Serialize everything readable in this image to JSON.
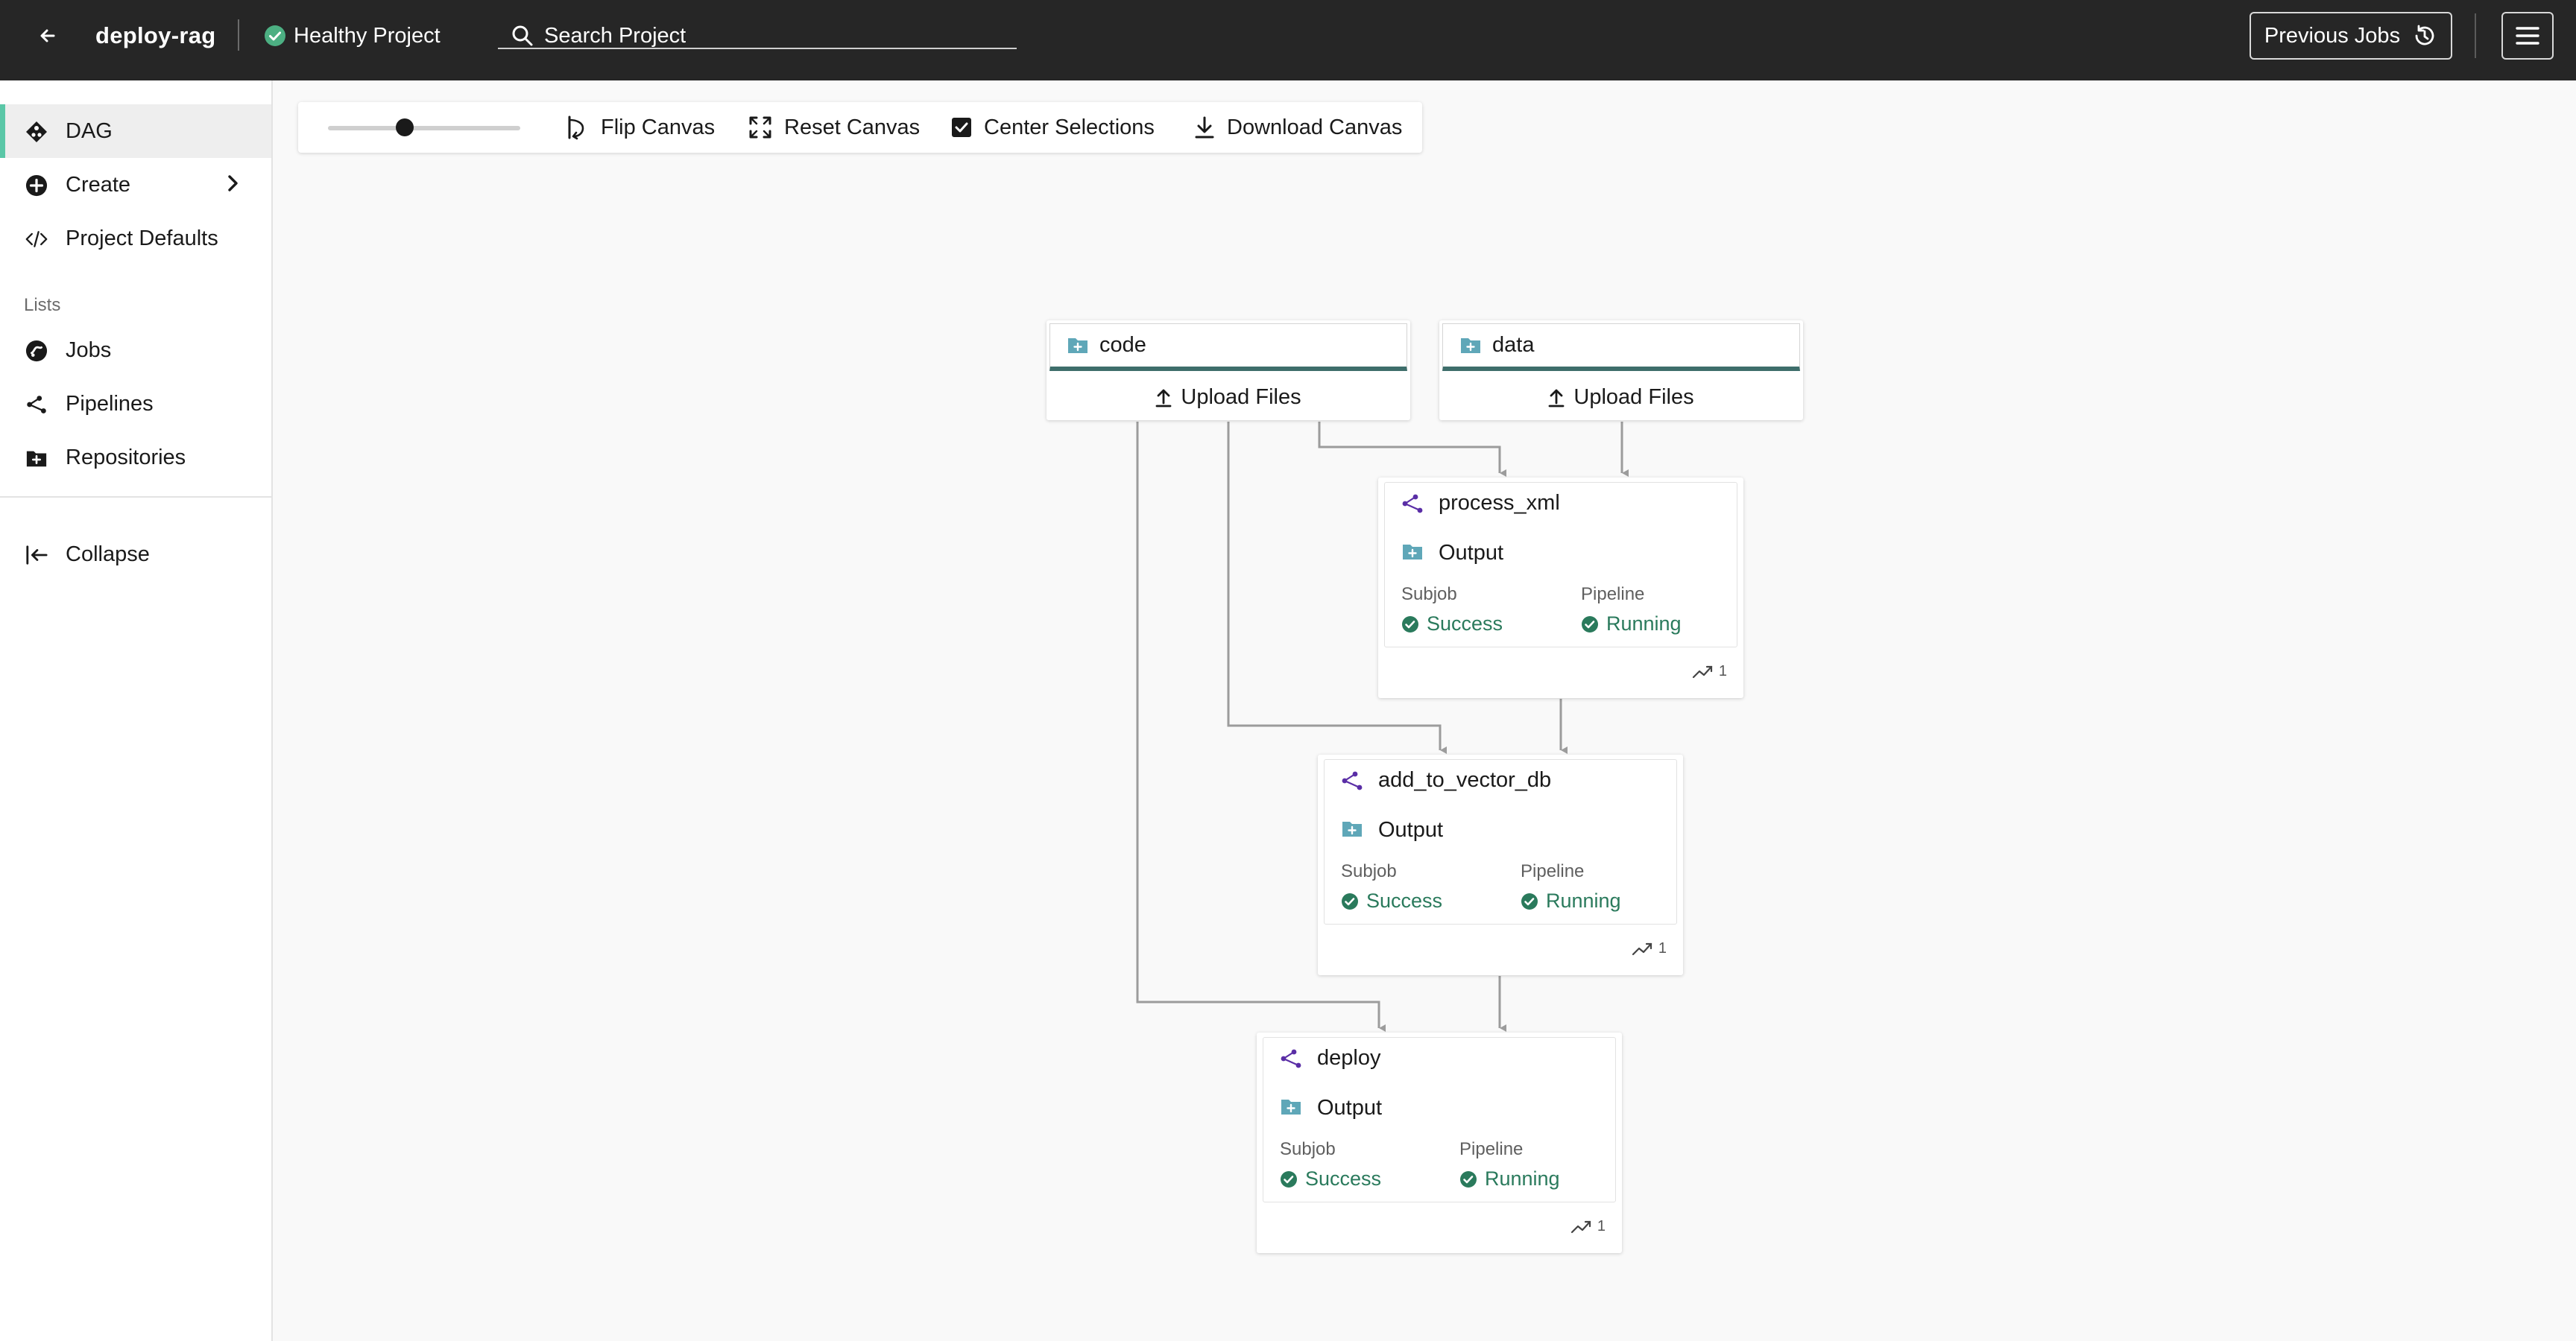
{
  "header": {
    "project_name": "deploy-rag",
    "health_status": "Healthy Project",
    "search_placeholder": "Search Project",
    "previous_jobs_label": "Previous Jobs",
    "colors": {
      "background": "#262626",
      "health_ok": "#4caf82"
    }
  },
  "sidebar": {
    "items": [
      {
        "label": "DAG",
        "icon": "dag-icon",
        "active": true
      },
      {
        "label": "Create",
        "icon": "plus-circle-icon"
      },
      {
        "label": "Project Defaults",
        "icon": "code-icon"
      }
    ],
    "lists_heading": "Lists",
    "list_items": [
      {
        "label": "Jobs",
        "icon": "jobs-icon"
      },
      {
        "label": "Pipelines",
        "icon": "pipeline-icon"
      },
      {
        "label": "Repositories",
        "icon": "repo-folder-icon"
      }
    ],
    "collapse_label": "Collapse",
    "colors": {
      "active_indicator": "#5ac7a7"
    }
  },
  "toolbar": {
    "zoom_level": 0.4,
    "flip_label": "Flip Canvas",
    "reset_label": "Reset Canvas",
    "center_label": "Center Selections",
    "center_checked": true,
    "download_label": "Download Canvas"
  },
  "dag": {
    "repos": [
      {
        "name": "code",
        "upload_label": "Upload Files"
      },
      {
        "name": "data",
        "upload_label": "Upload Files"
      }
    ],
    "pipelines": [
      {
        "name": "process_xml",
        "output_label": "Output",
        "subjob_label": "Subjob",
        "subjob_state": "Success",
        "pipeline_label": "Pipeline",
        "pipeline_state": "Running",
        "job_count": "1"
      },
      {
        "name": "add_to_vector_db",
        "output_label": "Output",
        "subjob_label": "Subjob",
        "subjob_state": "Success",
        "pipeline_label": "Pipeline",
        "pipeline_state": "Running",
        "job_count": "1"
      },
      {
        "name": "deploy",
        "output_label": "Output",
        "subjob_label": "Subjob",
        "subjob_state": "Success",
        "pipeline_label": "Pipeline",
        "pipeline_state": "Running",
        "job_count": "1"
      }
    ],
    "colors": {
      "edge": "#9c9c9c",
      "repo_accent": "#3e6e6b",
      "success": "#2a7a5c",
      "pipeline_icon": "#5a2ea6",
      "folder_icon": "#5fa7b8"
    }
  }
}
